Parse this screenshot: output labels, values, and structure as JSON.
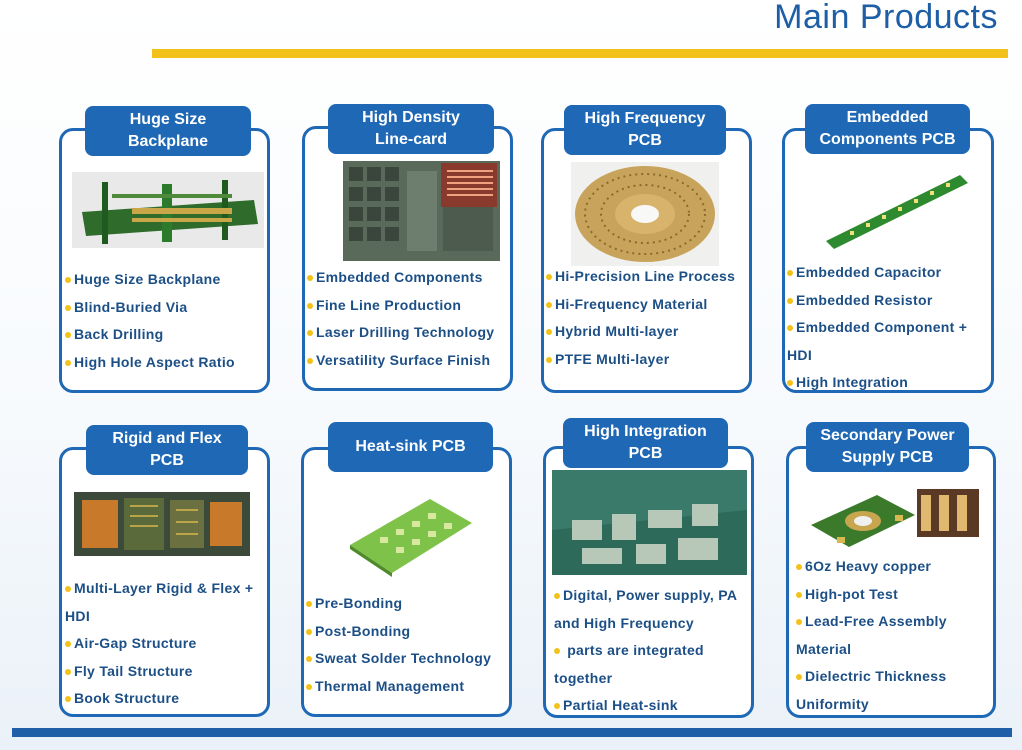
{
  "page": {
    "title": "Main Products"
  },
  "products": [
    {
      "title": "Huge Size\nBackplane",
      "image_icon": "backplane-board-photo",
      "features": [
        "Huge Size Backplane",
        "Blind-Buried Via",
        "Back Drilling",
        "High Hole Aspect Ratio"
      ]
    },
    {
      "title": "High Density\nLine-card",
      "image_icon": "line-card-board-photo",
      "features": [
        "Embedded Components",
        "Fine Line Production",
        "Laser Drilling Technology",
        "Versatility Surface Finish"
      ]
    },
    {
      "title": "High Frequency\nPCB",
      "image_icon": "high-frequency-disc-photo",
      "features": [
        "Hi-Precision Line Process",
        "Hi-Frequency Material",
        "Hybrid Multi-layer",
        "PTFE Multi-layer"
      ]
    },
    {
      "title": "Embedded\nComponents PCB",
      "image_icon": "embedded-strip-board-photo",
      "features": [
        "Embedded Capacitor",
        "Embedded Resistor",
        "Embedded Component +",
        "HDI",
        "High Integration"
      ]
    },
    {
      "title": "Rigid and Flex\nPCB",
      "image_icon": "rigid-flex-board-photo",
      "features": [
        "Multi-Layer Rigid & Flex +",
        "HDI",
        "Air-Gap Structure",
        "Fly Tail Structure",
        "Book Structure"
      ]
    },
    {
      "title": "Heat-sink PCB",
      "image_icon": "heat-sink-board-photo",
      "features": [
        "Pre-Bonding",
        "Post-Bonding",
        "Sweat Solder Technology",
        "Thermal Management"
      ]
    },
    {
      "title": "High Integration\nPCB",
      "image_icon": "high-integration-panel-photo",
      "features": [
        "Digital, Power supply, PA",
        "and  High Frequency",
        " parts are integrated",
        "together",
        "Partial Heat-sink"
      ]
    },
    {
      "title": "Secondary Power\nSupply PCB",
      "image_icon": "power-supply-board-photo",
      "features": [
        "6Oz Heavy copper",
        "High-pot Test",
        "Lead-Free Assembly",
        "Material",
        "Dielectric Thickness",
        "Uniformity"
      ]
    }
  ],
  "colors": {
    "accent_blue": "#1f68b5",
    "accent_yellow": "#f3c21a",
    "text_blue": "#1c4f86"
  }
}
